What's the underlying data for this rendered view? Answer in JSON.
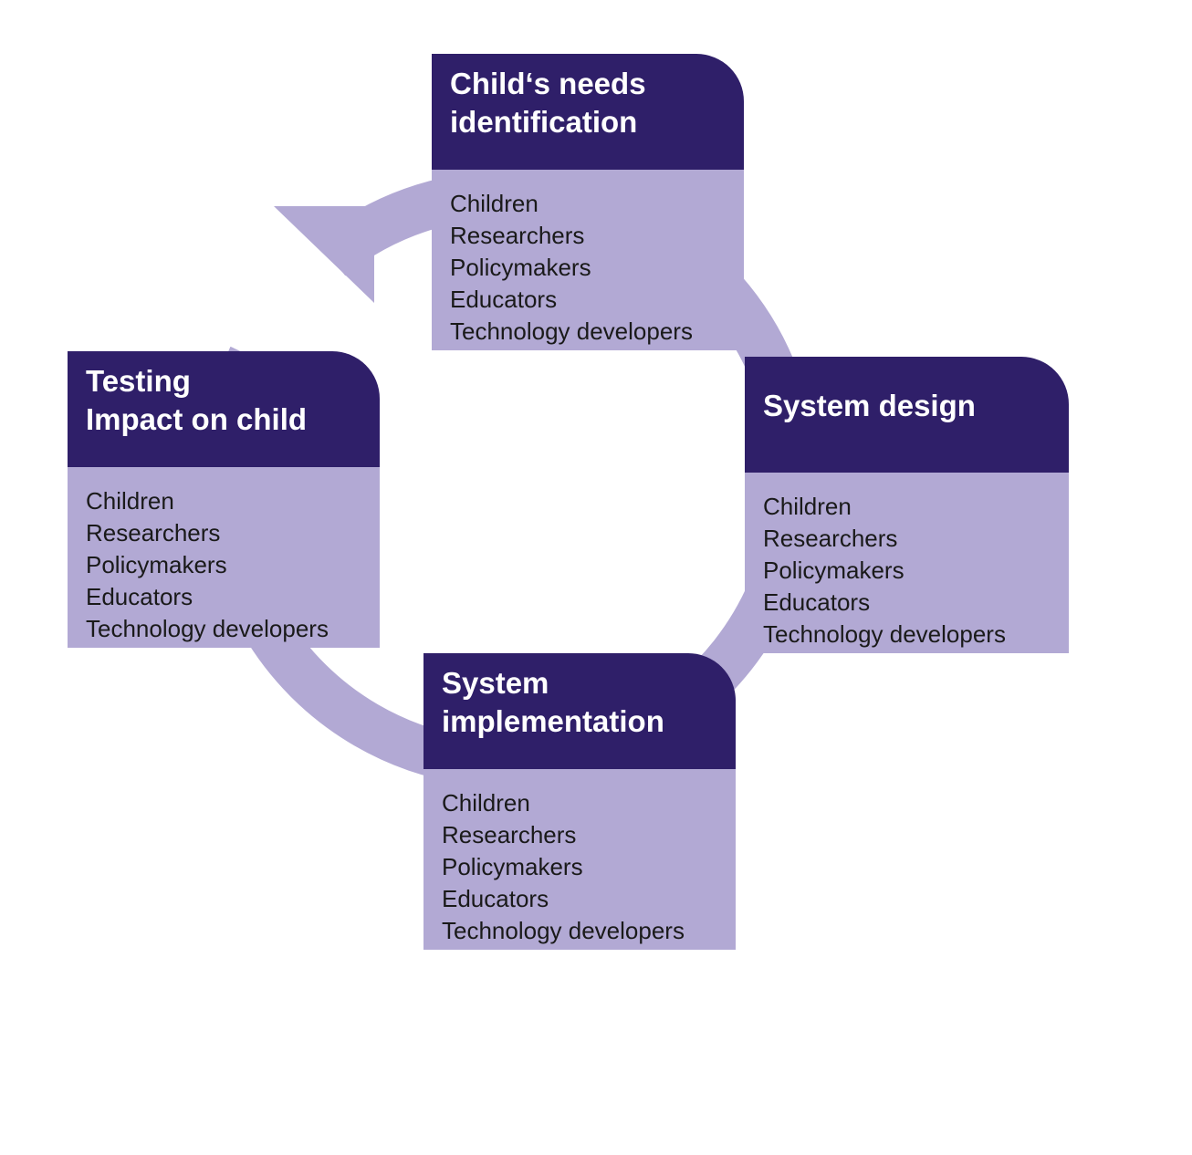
{
  "colors": {
    "header_bg": "#2f1f69",
    "body_bg": "#b2a9d4",
    "ring": "#b2a9d4",
    "header_text": "#ffffff",
    "body_text": "#1a1a1a"
  },
  "icons": {
    "cycle_arrow": "circular-arrow-icon"
  },
  "stages": [
    {
      "title_lines": [
        "Child‘s needs",
        "identification"
      ],
      "members": [
        "Children",
        "Researchers",
        "Policymakers",
        "Educators",
        "Technology developers"
      ]
    },
    {
      "title_lines": [
        "System design"
      ],
      "members": [
        "Children",
        "Researchers",
        "Policymakers",
        "Educators",
        "Technology developers"
      ]
    },
    {
      "title_lines": [
        "System",
        "implementation"
      ],
      "members": [
        "Children",
        "Researchers",
        "Policymakers",
        "Educators",
        "Technology developers"
      ]
    },
    {
      "title_lines": [
        "Testing",
        "Impact on child"
      ],
      "members": [
        "Children",
        "Researchers",
        "Policymakers",
        "Educators",
        "Technology developers"
      ]
    }
  ]
}
